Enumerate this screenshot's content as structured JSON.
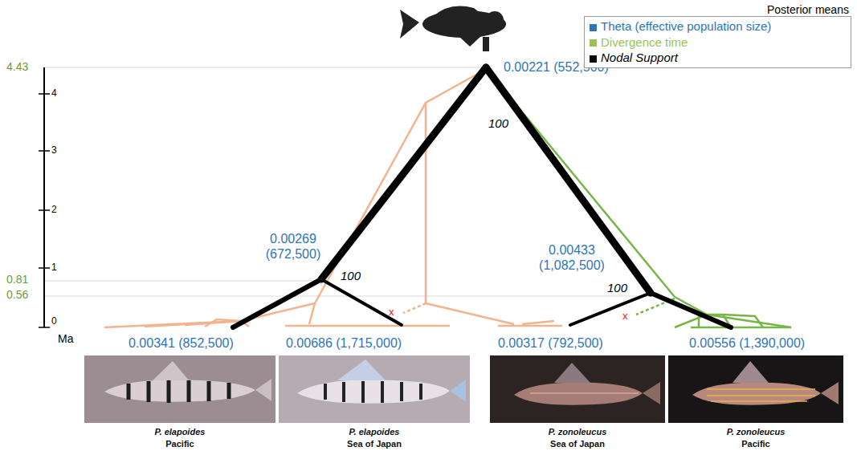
{
  "diagram": {
    "nodes": [
      {
        "text": [
          "P. elapoides",
          "Pacific"
        ]
      },
      {
        "text": [
          "P. elapoides",
          "Sea of Japan"
        ]
      },
      {
        "text": [
          "P. zonoleucus",
          "Sea of Japan"
        ]
      },
      {
        "text": [
          "P. zonoleucus",
          "Pacific"
        ]
      }
    ],
    "labels": [
      "Posterior means",
      "4.43",
      "4",
      "3",
      "2",
      "1",
      "0.81",
      "0.56",
      "0",
      "Ma",
      "0.00221 (552,500)",
      "100",
      "0.00269 (672,500)",
      "100",
      "0.00433 (1,082,500)",
      "100",
      "x",
      "x",
      "0.00341 (852,500)",
      "0.00686 (1,715,000)",
      "0.00317 (792,500)",
      "0.00556 (1,390,000)"
    ],
    "legend": [
      {
        "text": "Theta (effective population size)",
        "color": "#2e75b6"
      },
      {
        "text": "Divergence time",
        "color": "#9bc25a"
      },
      {
        "text": "Nodal Support",
        "color": "#000000"
      }
    ]
  }
}
